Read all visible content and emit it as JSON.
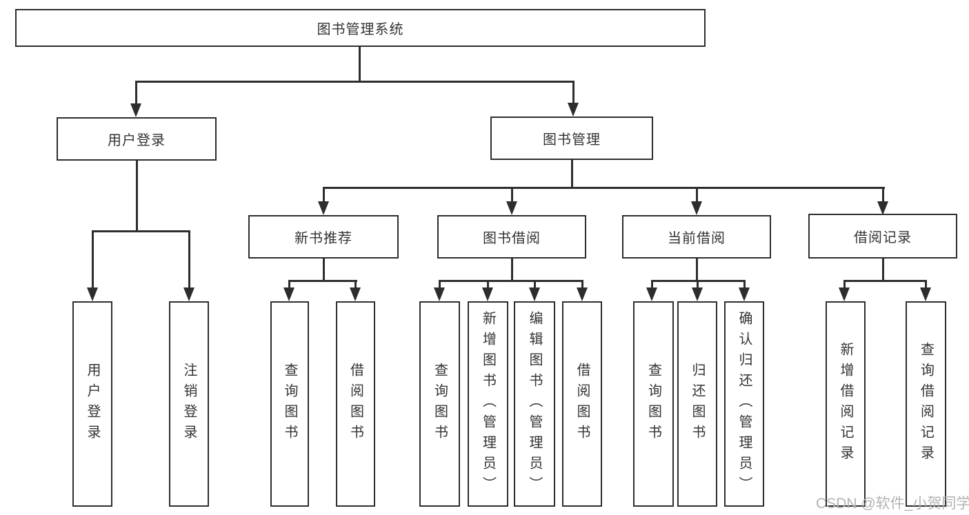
{
  "tree": {
    "label": "图书管理系统",
    "children": [
      {
        "label": "用户登录",
        "children": [
          {
            "label": "用户登录"
          },
          {
            "label": "注销登录"
          }
        ]
      },
      {
        "label": "图书管理",
        "children": [
          {
            "label": "新书推荐",
            "children": [
              {
                "label": "查询图书"
              },
              {
                "label": "借阅图书"
              }
            ]
          },
          {
            "label": "图书借阅",
            "children": [
              {
                "label": "查询图书"
              },
              {
                "label": "新增图书（管理员）"
              },
              {
                "label": "编辑图书（管理员）"
              },
              {
                "label": "借阅图书"
              }
            ]
          },
          {
            "label": "当前借阅",
            "children": [
              {
                "label": "查询图书"
              },
              {
                "label": "归还图书"
              },
              {
                "label": "确认归还（管理员）"
              }
            ]
          },
          {
            "label": "借阅记录",
            "children": [
              {
                "label": "新增借阅记录"
              },
              {
                "label": "查询借阅记录"
              }
            ]
          }
        ]
      }
    ]
  },
  "watermark": {
    "text": "CSDN @软件_小贺同学"
  },
  "colors": {
    "line": "#2d2d2d",
    "text": "#333333",
    "watermark": "#b3b3b3",
    "background": "#ffffff"
  }
}
